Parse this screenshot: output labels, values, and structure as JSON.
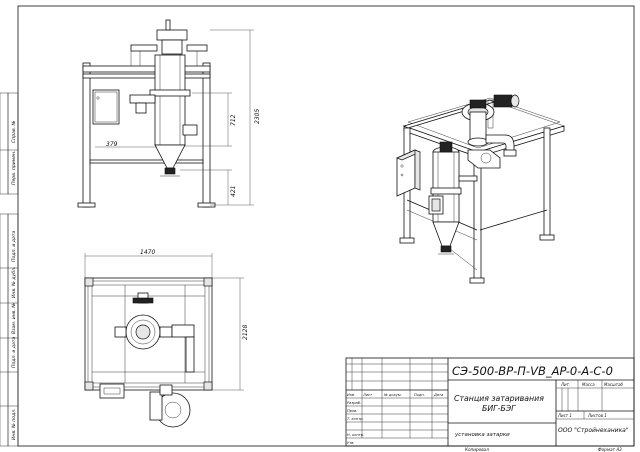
{
  "title_block": {
    "designation": "СЭ-500-ВР-П-VB_AP-0-A-C-0",
    "name_line1": "Станция затаривания",
    "name_line2": "БИГ-БЭГ",
    "subtitle": "установка затарки",
    "company": "ООО \"Стройнеханика\"",
    "col_izm": "Изм",
    "col_list": "Лист",
    "col_doc": "№ докум.",
    "col_sign": "Подп.",
    "col_date": "Дата",
    "row_razrab": "Разраб.",
    "row_prov": "Пров.",
    "row_tkontr": "Т. контр.",
    "row_nkontr": "Н. контр.",
    "row_utv": "Утв.",
    "lit": "Лит.",
    "massa": "Масса",
    "masshtab": "Масштаб",
    "sheet": "Лист 1",
    "sheets": "Листов 1",
    "kopiroval": "Копировал",
    "format": "Формат А3"
  },
  "side_stamps": {
    "inv_podl": "Инв. № подл.",
    "podp_data_1": "Подп. и дата",
    "vzam_inv": "Взам. инв. №",
    "inv_dubl": "Инв. № дубл.",
    "podp_data_2": "Подп. и дата",
    "sprav": "Справ. №",
    "perv_primen": "Перв. примен."
  },
  "dimensions": {
    "d1470": "1470",
    "d2128": "2128",
    "d2305": "2305",
    "d712": "712",
    "d379": "379",
    "d421": "421"
  }
}
